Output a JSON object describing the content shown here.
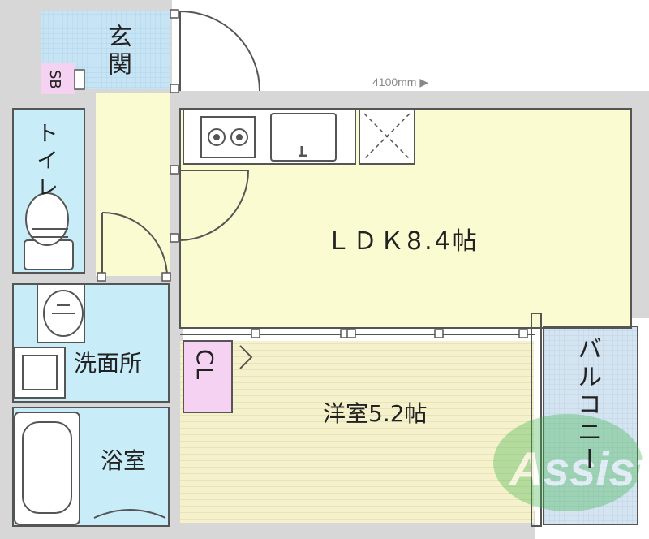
{
  "rooms": {
    "ldk": "ＬＤＫ8.4帖",
    "western": "洋室5.2帖",
    "entrance": "玄関",
    "toilet": "トイレ",
    "washroom": "洗面所",
    "bath": "浴室",
    "closet": "CL",
    "shoe_box": "SB",
    "balcony": "バルコニー"
  },
  "dimension_note": "4100mm ▶",
  "watermark": "Assist",
  "colors": {
    "ldk_floor": "#fbfbd2",
    "western_floor": "#f4f1cc",
    "wet_area": "#c8ecf8",
    "tile": "#c6e4f4",
    "closet": "#f6d2f2",
    "wall": "#d7d7d7",
    "outline": "#555555",
    "watermark": "#3cb34a"
  },
  "icons": [
    "stove-icon",
    "sink-icon",
    "fridge-icon",
    "toilet-icon",
    "washbasin-icon",
    "washer-icon",
    "bathtub-icon",
    "door-swing-icon"
  ]
}
